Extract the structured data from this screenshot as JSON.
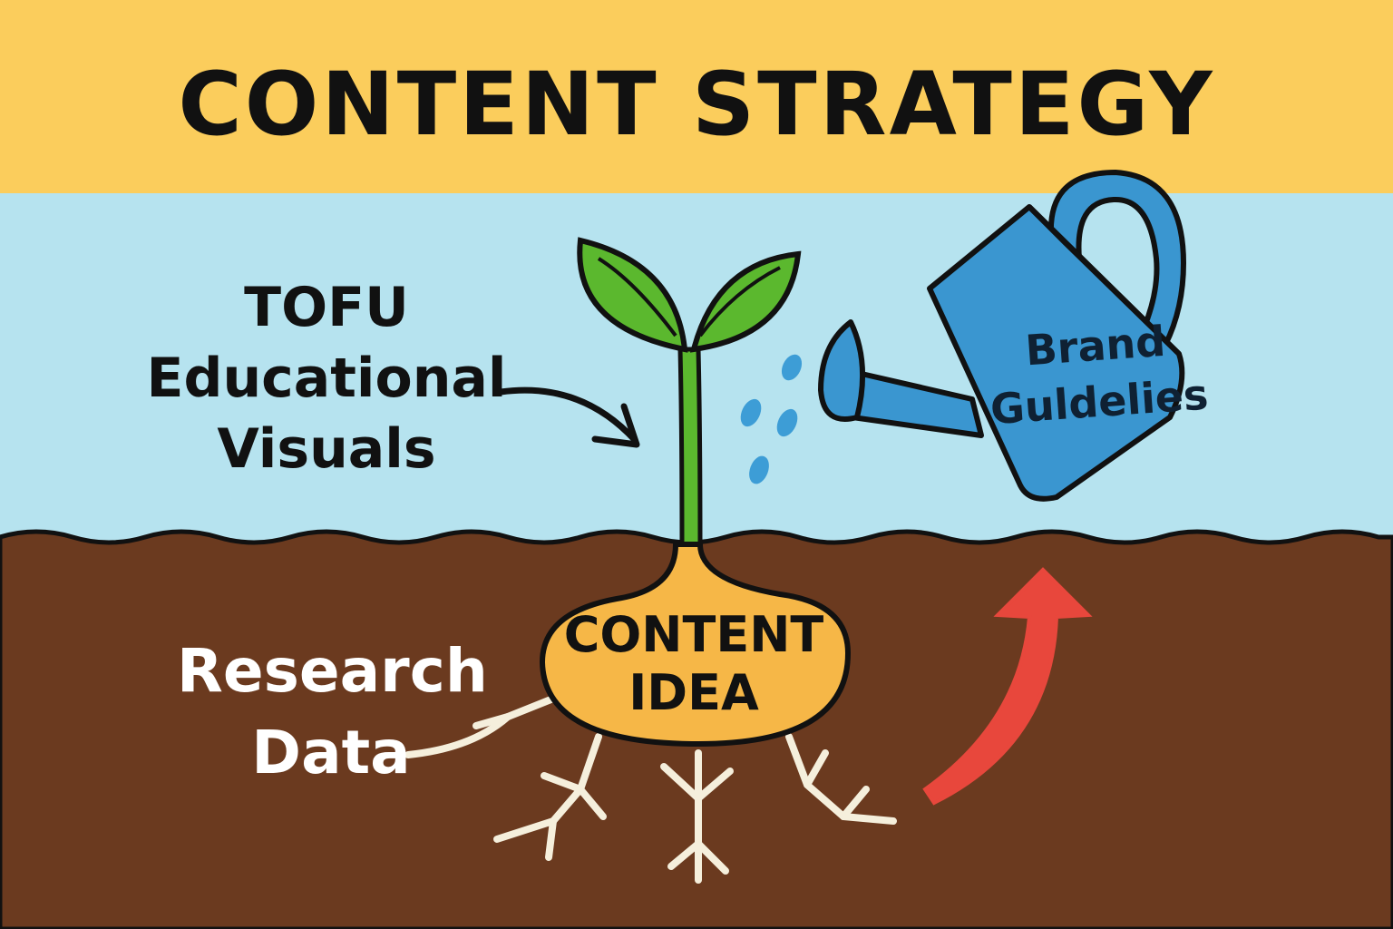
{
  "title": "CONTENT STRATEGY",
  "labels": {
    "tofu_line1": "TOFU",
    "tofu_line2": "Educational",
    "tofu_line3": "Visuals",
    "research_line1": "Research",
    "research_line2": "Data",
    "idea_line1": "CONTENT",
    "idea_line2": "IDEA",
    "brand_line1": "Brand",
    "brand_line2": "Guldelies"
  },
  "colors": {
    "banner": "#fbcd5c",
    "sky": "#b6e3ef",
    "soil": "#6b3a1f",
    "seed": "#f6b747",
    "leaf": "#5bb82e",
    "can": "#3a96d0",
    "water": "#3d9dd6",
    "roots": "#f5efdc",
    "growth_arrow": "#e8473c",
    "outline": "#111111"
  },
  "icons": {
    "plant": "sprout-icon",
    "can": "watering-can-icon",
    "arrow": "growth-arrow-icon"
  }
}
